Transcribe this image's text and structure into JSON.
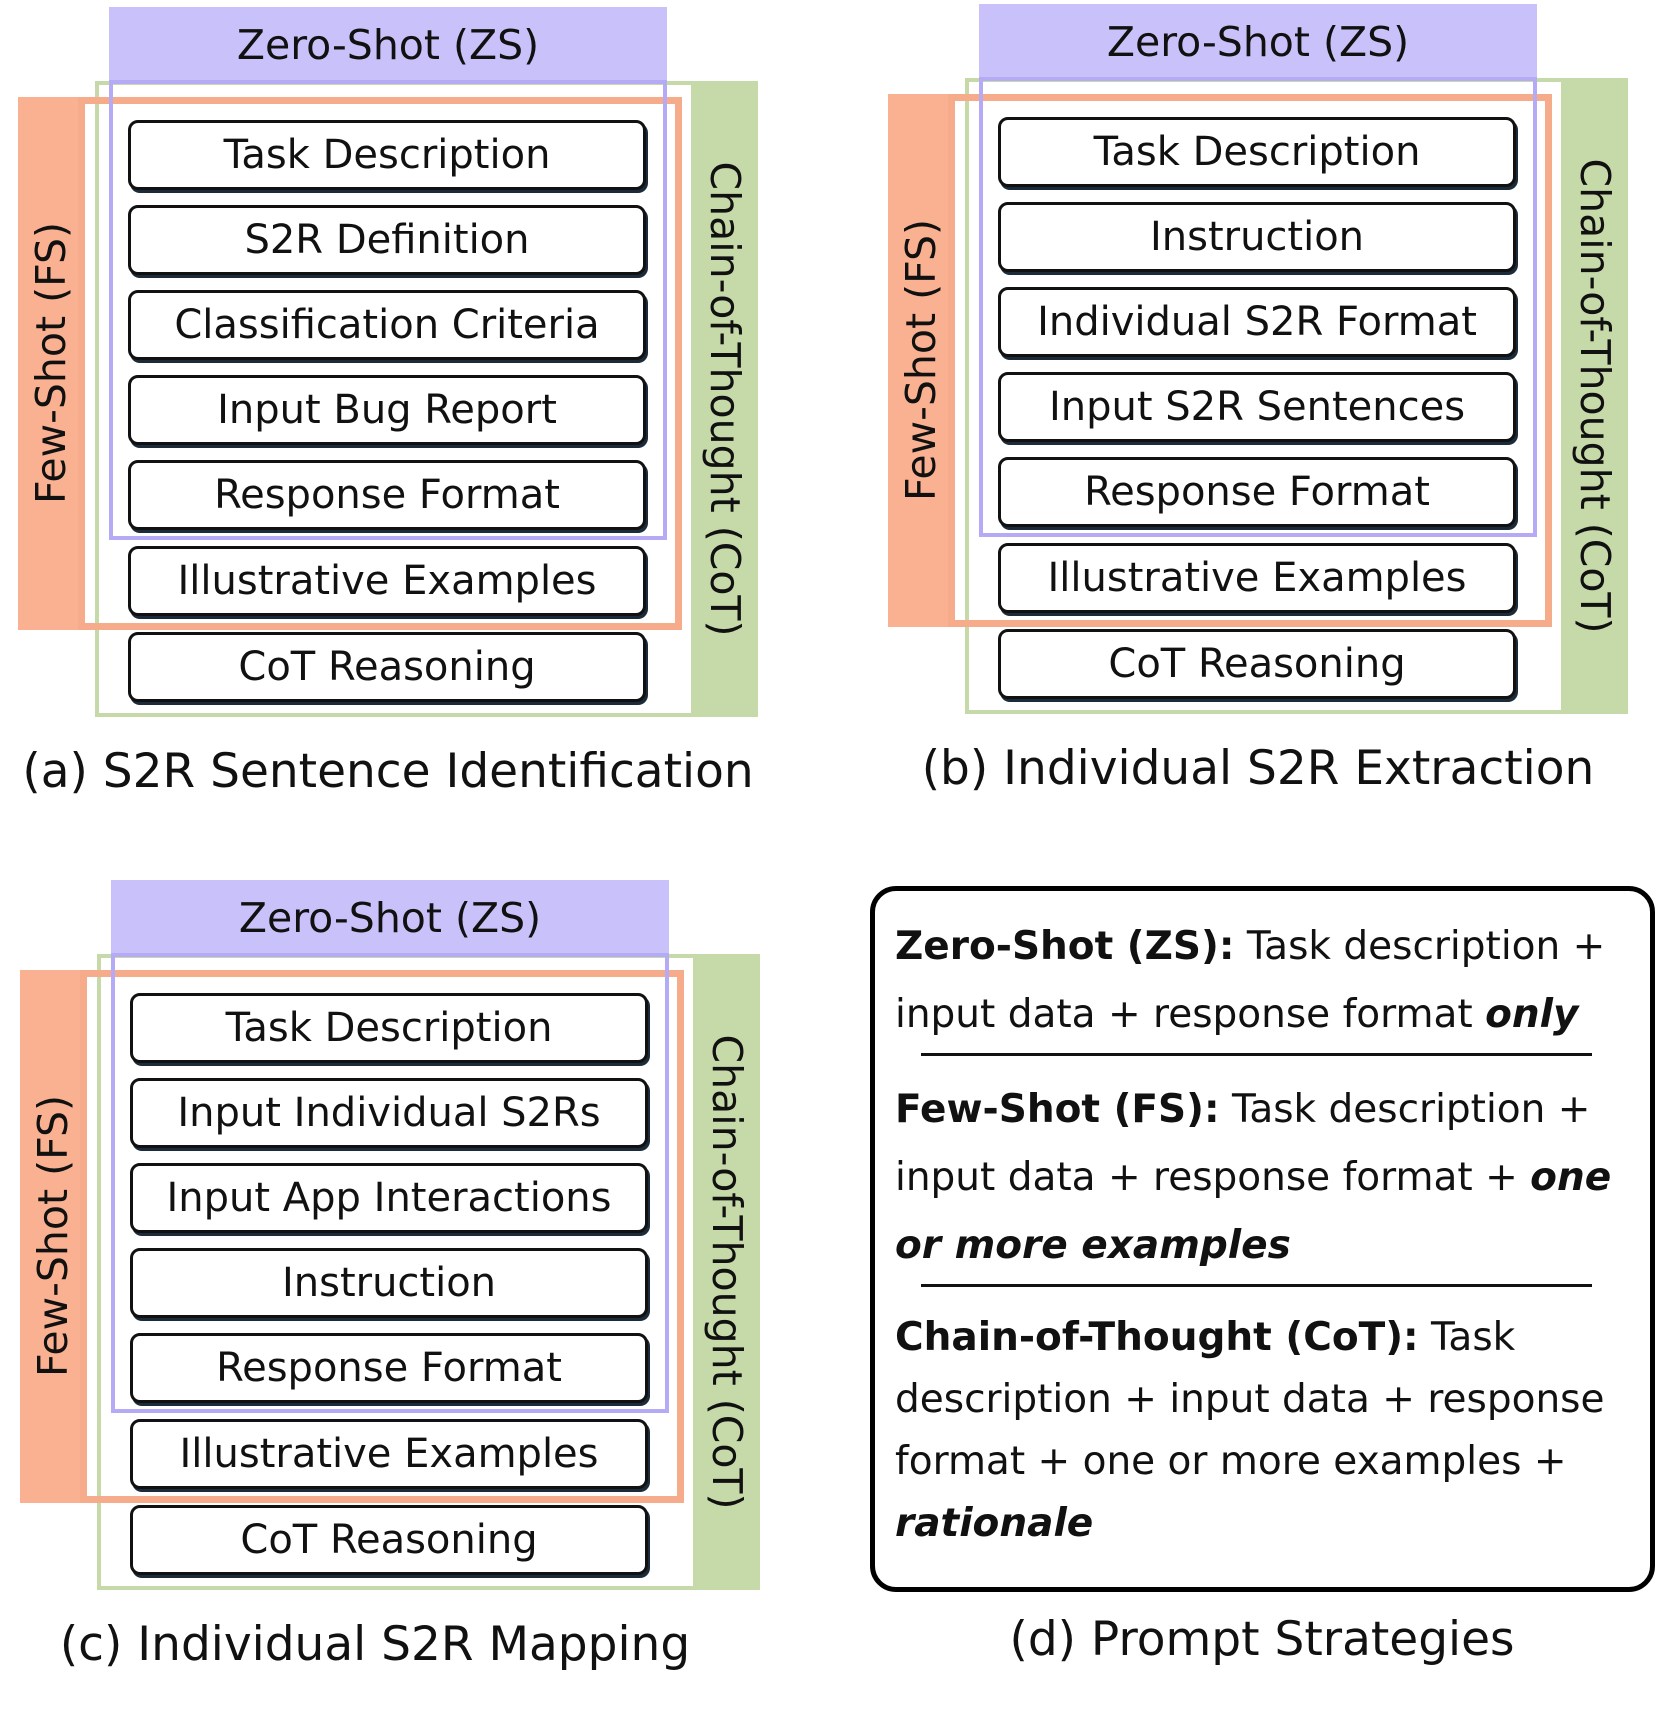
{
  "strategies": {
    "zs": "Zero-Shot (ZS)",
    "fs": "Few-Shot (FS)",
    "cot": "Chain-of-Thought (CoT)"
  },
  "panels": [
    {
      "caption": "(a) S2R Sentence Identification",
      "items": [
        "Task Description",
        "S2R Definition",
        "Classification Criteria",
        "Input Bug Report",
        "Response Format",
        "Illustrative Examples",
        "CoT Reasoning"
      ]
    },
    {
      "caption": "(b) Individual S2R Extraction",
      "items": [
        "Task Description",
        "Instruction",
        "Individual S2R Format",
        "Input S2R Sentences",
        "Response Format",
        "Illustrative Examples",
        "CoT Reasoning"
      ]
    },
    {
      "caption": "(c) Individual S2R Mapping",
      "items": [
        "Task Description",
        "Input Individual S2Rs",
        "Input App Interactions",
        "Instruction",
        "Response Format",
        "Illustrative Examples",
        "CoT Reasoning"
      ]
    }
  ],
  "legend": {
    "caption": "(d) Prompt Strategies",
    "entries": [
      {
        "term": "Zero-Shot (ZS):",
        "text": " Task description + input data + response format ",
        "emphasis": "only",
        "tail": ""
      },
      {
        "term": "Few-Shot (FS):",
        "text": "  Task description + input data + response format + ",
        "emphasis": "one or more examples",
        "tail": ""
      },
      {
        "term": "Chain-of-Thought (CoT):",
        "text": "  Task description + input data + response format + one or more examples + ",
        "emphasis": "rationale",
        "tail": ""
      }
    ]
  }
}
